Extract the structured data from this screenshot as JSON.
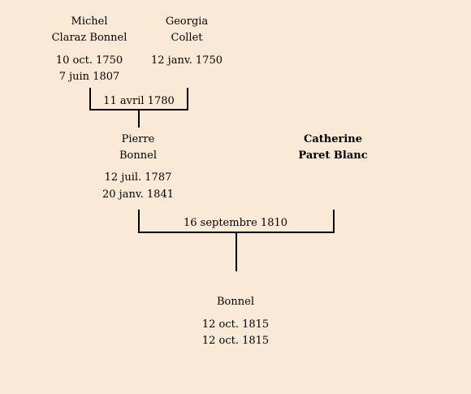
{
  "persons": {
    "michel": {
      "first": "Michel",
      "last": "Claraz Bonnel",
      "birth": "10 oct. 1750",
      "death": "7 juin 1807"
    },
    "georgia": {
      "first": "Georgia",
      "last": "Collet",
      "birth": "12 janv. 1750"
    },
    "pierre": {
      "first": "Pierre",
      "last": "Bonnel",
      "birth": "12 juil. 1787",
      "death": "20 janv. 1841"
    },
    "catherine": {
      "first": "Catherine",
      "last": "Paret Blanc"
    },
    "child": {
      "last": "Bonnel",
      "birth": "12 oct. 1815",
      "death": "12 oct. 1815"
    }
  },
  "marriages": {
    "first": "11 avril 1780",
    "second": "16 septembre 1810"
  }
}
